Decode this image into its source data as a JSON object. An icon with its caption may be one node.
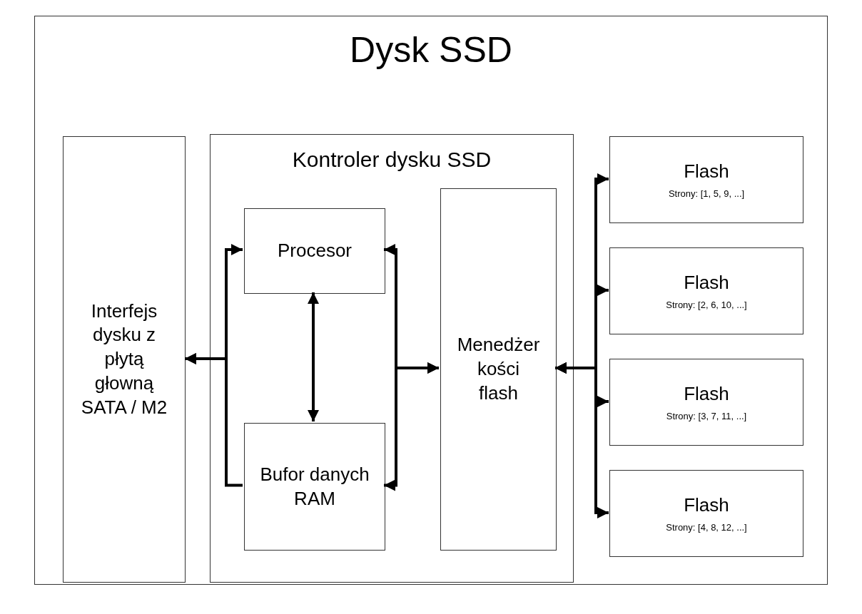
{
  "diagram": {
    "nodes": [
      {
        "text": [
          "Dysk SSD"
        ]
      },
      {
        "text": [
          "Interfejs dysku z płytą głowną SATA / M2"
        ],
        "in": 0
      },
      {
        "text": [
          "Kontroler dysku SSD"
        ],
        "in": 0
      },
      {
        "text": [
          "Procesor"
        ],
        "in": 2
      },
      {
        "text": [
          "Bufor danych RAM"
        ],
        "in": 2
      },
      {
        "text": [
          "Menedżer kości flash"
        ],
        "in": 2
      },
      {
        "text": [
          "Flash",
          "Strony: [1, 5, 9, ...]"
        ],
        "in": 0
      },
      {
        "text": [
          "Flash",
          "Strony: [2, 6, 10, ...]"
        ],
        "in": 0
      },
      {
        "text": [
          "Flash",
          "Strony: [3, 7, 11, ...]"
        ],
        "in": 0
      },
      {
        "text": [
          "Flash",
          "Strony: [4, 8, 12, ...]"
        ],
        "in": 0
      }
    ],
    "edges": [
      {
        "from": 3,
        "to": 4,
        "arrow": "both"
      },
      {
        "from": 3,
        "to": 1,
        "arrow": "both"
      },
      {
        "from": 4,
        "to": 1,
        "arrow": "to"
      },
      {
        "from": 3,
        "to": 5,
        "arrow": "both"
      },
      {
        "from": 4,
        "to": 5,
        "arrow": "both"
      },
      {
        "from": 5,
        "to": 6,
        "arrow": "both"
      },
      {
        "from": 5,
        "to": 7,
        "arrow": "both"
      },
      {
        "from": 5,
        "to": 8,
        "arrow": "both"
      },
      {
        "from": 5,
        "to": 9,
        "arrow": "both"
      }
    ]
  }
}
